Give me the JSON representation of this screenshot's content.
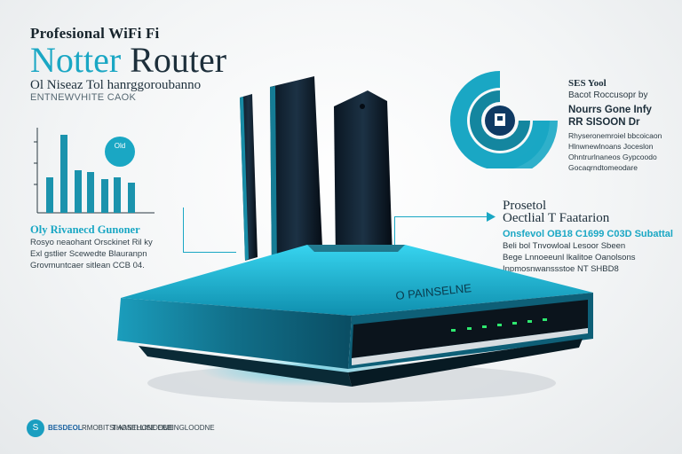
{
  "header": {
    "kicker": "Profesional WiFi Fi",
    "title_part1": "Notter",
    "title_part2": "Router",
    "subline": "Ol Niseaz Tol hanrggoroubanno",
    "subline2": "ENTNEWVHITE CAOK"
  },
  "left_panel": {
    "badge_text": "Old",
    "chart_label": "Oly Rivanecd Gunoner",
    "notes": [
      "Rosyo neaohant Orsckinet Ril ky",
      "Exl gstlier Scewedte Blauranpn",
      "Grovmuntcaer sitlean CCB 04."
    ]
  },
  "right_top": {
    "heading": "SES Yool",
    "lines": [
      "Bacot Roccusopr by",
      "Nourrs Gone Infy",
      "RR SISOON Dr"
    ],
    "small": [
      "Rhyseronemroiel bbcoicaon",
      "Hlnwnewlnoans Joceslon",
      "Ohntrurlnaneos Gypcoodo",
      "Gocaqrndtomeodare"
    ]
  },
  "right_mid": {
    "heading1": "Prosetol",
    "heading2": "Oectlial T Faatarion",
    "sub": "Onsfevol OB18 C1699 C03D Subattal",
    "lines": [
      "Beli bol Tnvowloal Lesoor Sbeen",
      "Bege Lnnoeeunl lkalitoe Oanolsons",
      "Inpmosnwanssstoe NT SHBD8"
    ]
  },
  "router": {
    "brand": "O PAINSELNE"
  },
  "footer": {
    "logo_text": "S",
    "items": [
      "BESDEOL",
      "RMOBITSI AANTHONOOUE",
      "THOSELLISE EBBINGLOODNE"
    ]
  },
  "colors": {
    "accent": "#1aa7c4",
    "dark": "#1d2f3b",
    "led": "#2ee86f"
  }
}
